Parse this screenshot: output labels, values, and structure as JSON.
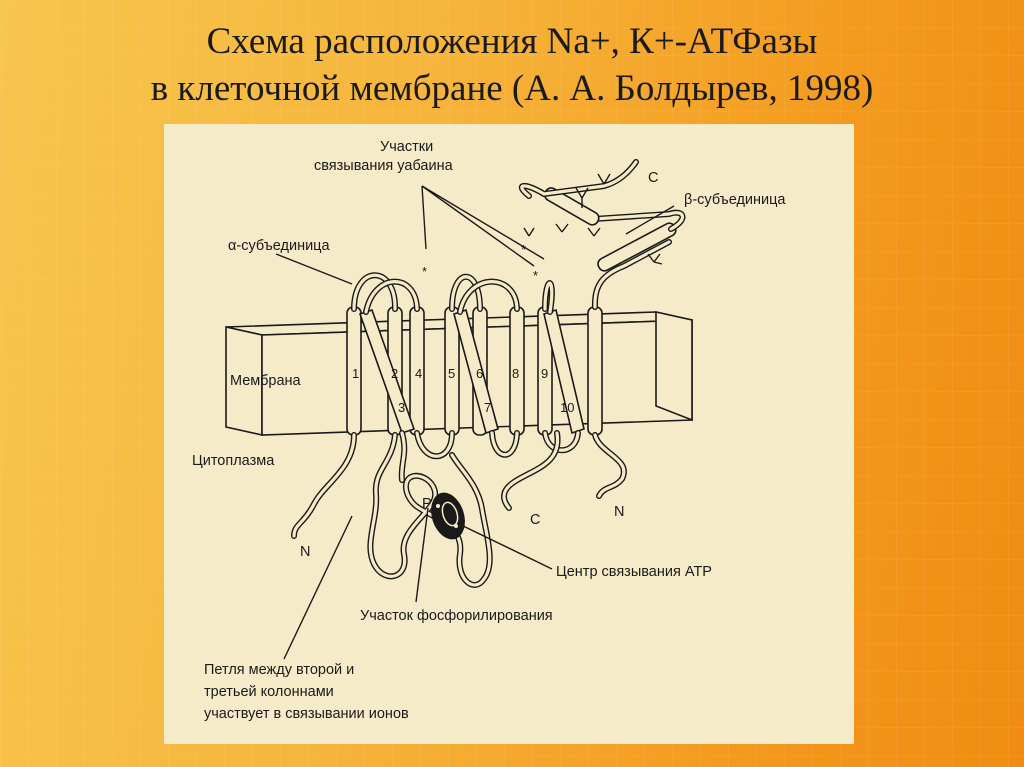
{
  "title": {
    "line1": "Схема расположения Na+, К+-АТФазы",
    "line2": "в клеточной мембране (А. А. Болдырев, 1998)"
  },
  "diagram": {
    "label_ouabain_line1": "Участки",
    "label_ouabain_line2": "связывания уабаина",
    "label_alpha": "α-субъединица",
    "label_beta": "β-субъединица",
    "label_c_top": "C",
    "label_membrane": "Мембрана",
    "label_cytoplasm": "Цитоплазма",
    "label_n_left": "N",
    "label_c_bottom": "C",
    "label_n_right": "N",
    "label_p": "P",
    "label_atp_center": "Центр связывания АТР",
    "label_phosphorylation": "Участок фосфорилирования",
    "label_loop_line1": "Петля между второй и",
    "label_loop_line2": "третьей колоннами",
    "label_loop_line3": "участвует в связывании ионов",
    "helix_numbers": [
      "1",
      "2",
      "3",
      "4",
      "5",
      "6",
      "7",
      "8",
      "9",
      "10"
    ]
  }
}
